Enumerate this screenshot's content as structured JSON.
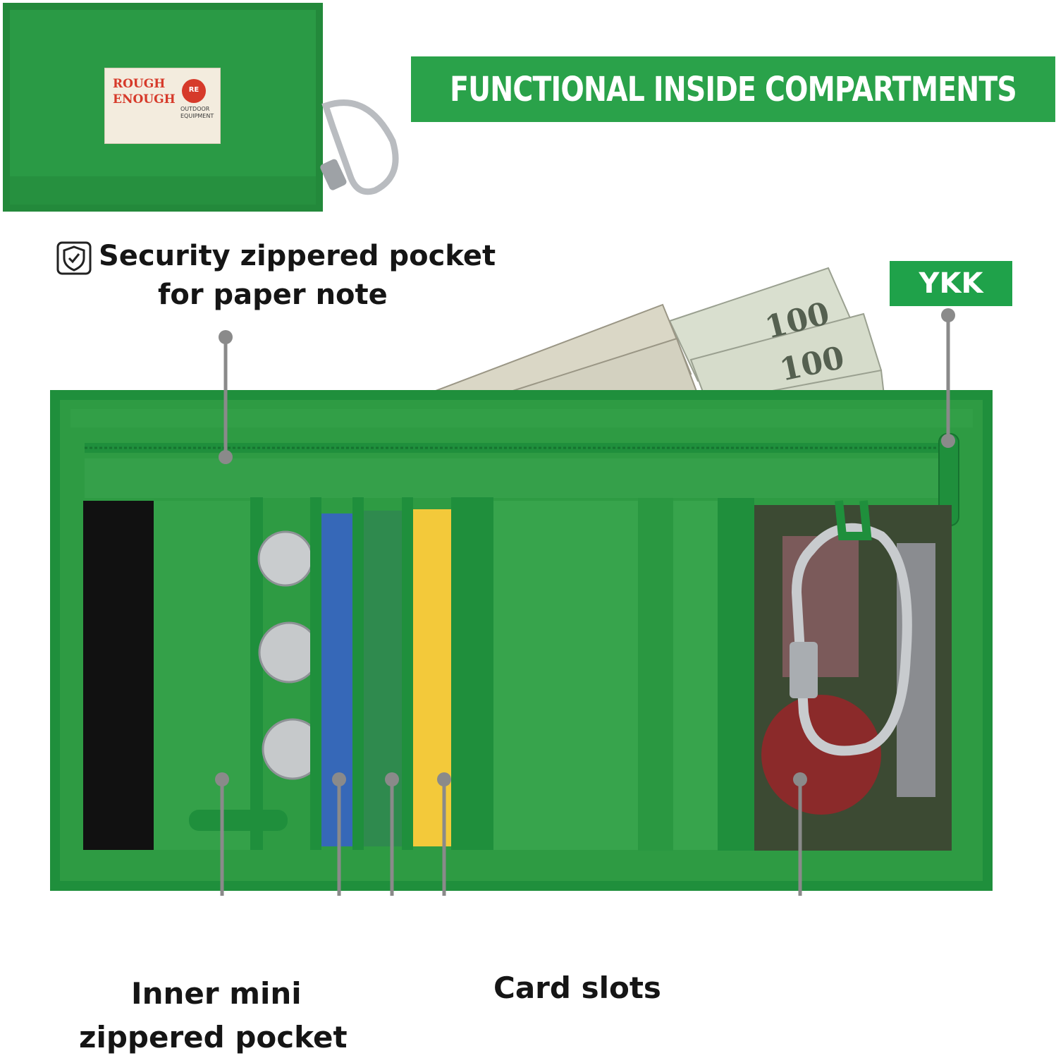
{
  "banner": {
    "title": "FUNCTIONAL INSIDE COMPARTMENTS",
    "color": "#2aa24a"
  },
  "brand_tag": {
    "line1": "ROUGH",
    "line2": "ENOUGH",
    "sub": "OUTDOOR EQUIPMENT",
    "badge": "RE"
  },
  "callouts": {
    "security_line1": "Security zippered pocket",
    "security_line2": "for paper note",
    "ykk": "YKK",
    "inner_line1": "Inner mini",
    "inner_line2": "zippered pocket",
    "card_slots": "Card slots"
  },
  "icons": [
    "shield-check-icon",
    "carabiner-icon"
  ],
  "colors": {
    "wallet_green": "#2e9b43",
    "trim_green": "#1f8f3c",
    "leader_gray": "#8a8a8a"
  },
  "banknotes": {
    "denomination": "100"
  }
}
